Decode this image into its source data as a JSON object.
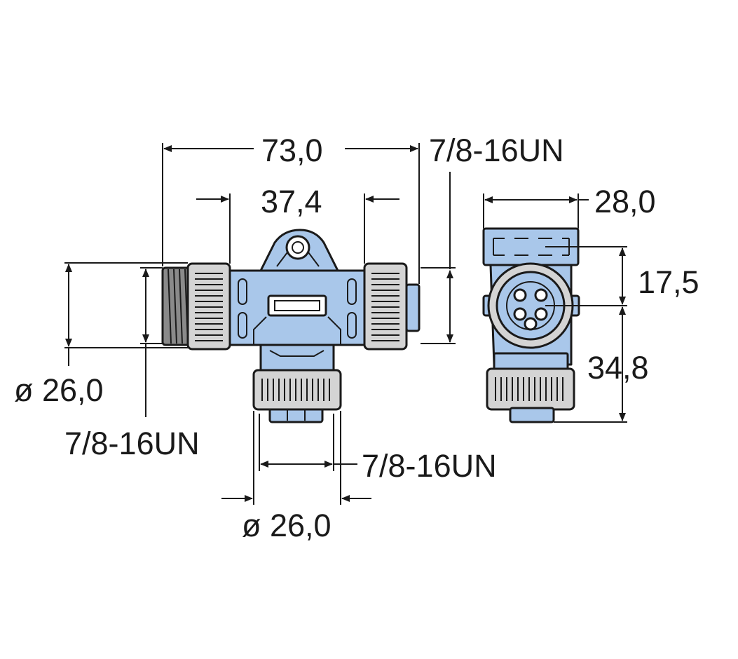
{
  "colors": {
    "body": "#a9c7ea",
    "nut": "#d4d4d4",
    "nut_dark": "#8a8a8a",
    "line": "#1a1a1a"
  },
  "dimensions": {
    "overall_length": "73,0",
    "spacing_nuts": "37,4",
    "thread_top_right": "7/8-16UN",
    "diameter_left": "ø 26,0",
    "thread_left": "7/8-16UN",
    "thread_bottom": "7/8-16UN",
    "diameter_bottom": "ø 26,0",
    "side_width": "28,0",
    "side_height_upper": "17,5",
    "side_height_lower": "34,8"
  }
}
